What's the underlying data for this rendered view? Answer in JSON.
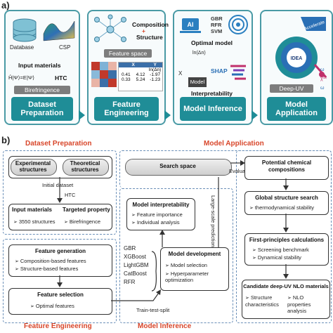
{
  "panel_a_label": "a)",
  "panel_b_label": "b)",
  "stages": [
    {
      "title": "Dataset Preparation"
    },
    {
      "title": "Feature Engineering"
    },
    {
      "title": "Model Inference"
    },
    {
      "title": "Model Application"
    }
  ],
  "card1": {
    "database": "Database",
    "csp": "CSP",
    "input_materials": "Input materials",
    "equation": "Ĥ|Ψ⟩=E|Ψ⟩",
    "htc": "HTC",
    "birefringence": "Birefringence"
  },
  "card2": {
    "composition": "Composition",
    "plus": "+",
    "structure": "Structure",
    "feature_space": "Feature space",
    "col_x": "X",
    "col_y": "Y",
    "col_y2": "ln(Δn)",
    "rows": [
      [
        "0.41",
        "4.12",
        "-1.97"
      ],
      [
        "0.33",
        "5.24",
        "-1.23"
      ]
    ]
  },
  "card3": {
    "gbr": "GBR",
    "rfr": "RFR",
    "svm": "SVM",
    "optimal_model": "Optimal model",
    "ln_dn": "ln(Δn)",
    "x": "X",
    "model": "Model",
    "shap": "SHAP",
    "interpretability": "Interpretability"
  },
  "card4": {
    "accelerate": "Accelerate",
    "idea": "IDEA",
    "omega1": "ω",
    "chi": "χ⁽²⁾",
    "omega2": "ω",
    "deep_uv": "Deep-UV"
  },
  "sections": {
    "dataset_preparation": "Dataset Preparation",
    "model_application": "Model Application",
    "feature_engineering": "Feature Engineering",
    "model_inference": "Model Inference"
  },
  "flow": {
    "experimental": "Experimental structures",
    "theoretical": "Theoretical structures",
    "initial_dataset": "Initial dataset",
    "htc": "HTC",
    "input_materials": "Input materials",
    "targeted_property": "Targeted property",
    "structures_count": "3550 structures",
    "birefringence": "Birefringence",
    "feature_generation": "Feature generation",
    "fg_items": [
      "Composition-based features",
      "Structure-based features"
    ],
    "feature_selection": "Feature selection",
    "fs_items": [
      "Optimal features"
    ],
    "train_test_split": "Train-test-split",
    "model_interpretability": "Model interpretability",
    "mi_items": [
      "Feature importance",
      "Individual analysis"
    ],
    "models": [
      "GBR",
      "XGBoost",
      "LightGBM",
      "CatBoost",
      "RFR"
    ],
    "model_development": "Model development",
    "md_items": [
      "Model selection",
      "Hyperparameter optimization"
    ],
    "large_scale": "Large-scale prediction",
    "search_space": "Search space",
    "evaluation": "Evaluation",
    "potential": "Potential chemical compositions",
    "global_search": "Global structure search",
    "gs_items": [
      "thermodynamical stability"
    ],
    "first_principles": "First-principles calculations",
    "fp_items": [
      "Screening benchmark",
      "Dynamical stability"
    ],
    "candidate": "Candidate deep-UV NLO materials",
    "cand_left": "Structure characteristics",
    "cand_right": "NLO properties analysis"
  },
  "colors": {
    "teal": "#1f8d97",
    "section_red": "#d8462a",
    "dash_blue": "#6a8fb8"
  }
}
